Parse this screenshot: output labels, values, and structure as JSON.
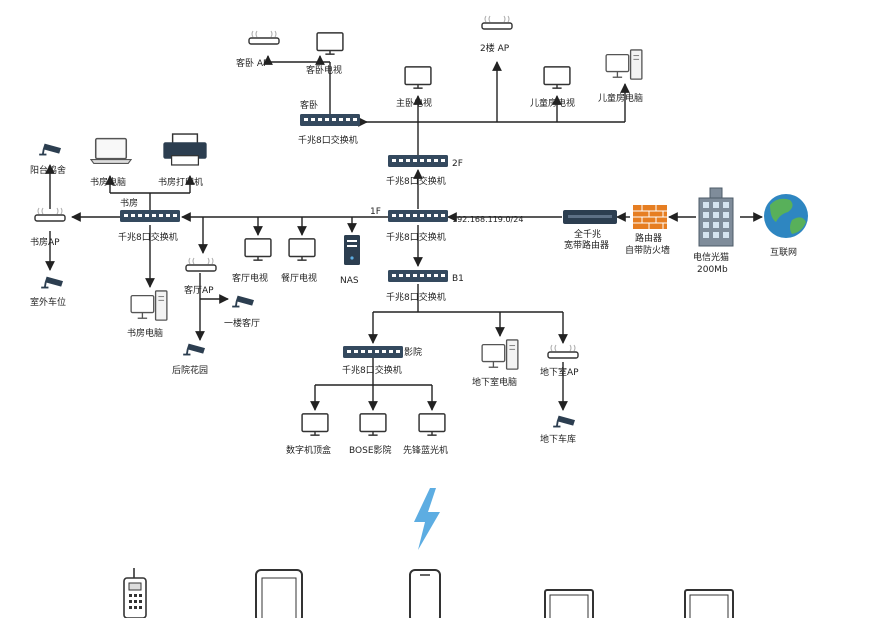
{
  "colors": {
    "switch": "#34495e",
    "switch_port": "#ffffff",
    "wire": "#222222",
    "firewall": "#e67e22",
    "lightning": "#5dade2",
    "globe_sea": "#2e86c1",
    "globe_land": "#58b05a"
  },
  "labels": {
    "bedroom_ap": "客卧 AP",
    "bedroom_tv": "客卧电视",
    "bedroom": "客卧",
    "bedroom_switch": "千兆8口交换机",
    "floor2_ap": "2楼 AP",
    "master_tv": "主卧电视",
    "kids_tv": "儿童房电视",
    "kids_pc": "儿童房电脑",
    "floor2": "2F",
    "floor2_switch": "千兆8口交换机",
    "balcony": "阳台鸡舍",
    "study_pc": "书房电脑",
    "study_printer": "书房打印机",
    "study": "书房",
    "study_switch": "千兆8口交换机",
    "floor1": "1F",
    "floor1_switch": "千兆8口交换机",
    "subnet": "192.168.119.0/24",
    "router_line1": "全千兆",
    "router_line2": "宽带路由器",
    "firewall_line1": "路由器",
    "firewall_line2": "自带防火墙",
    "isp_line1": "电信光猫",
    "isp_line2": "200Mb",
    "internet": "互联网",
    "study_ap": "书房AP",
    "parking": "室外车位",
    "study_pc2": "书房电脑",
    "living_ap": "客厅AP",
    "living_tv": "客厅电视",
    "dining_tv": "餐厅电视",
    "nas": "NAS",
    "living_1f": "一楼客厅",
    "garden": "后院花园",
    "b1": "B1",
    "b1_switch": "千兆8口交换机",
    "theater": "影院",
    "theater_switch": "千兆8口交换机",
    "basement_pc": "地下室电脑",
    "basement_ap": "地下室AP",
    "basement_garage": "地下车库",
    "settop": "数字机顶盒",
    "bose": "BOSE影院",
    "bluray": "先锋蓝光机"
  }
}
